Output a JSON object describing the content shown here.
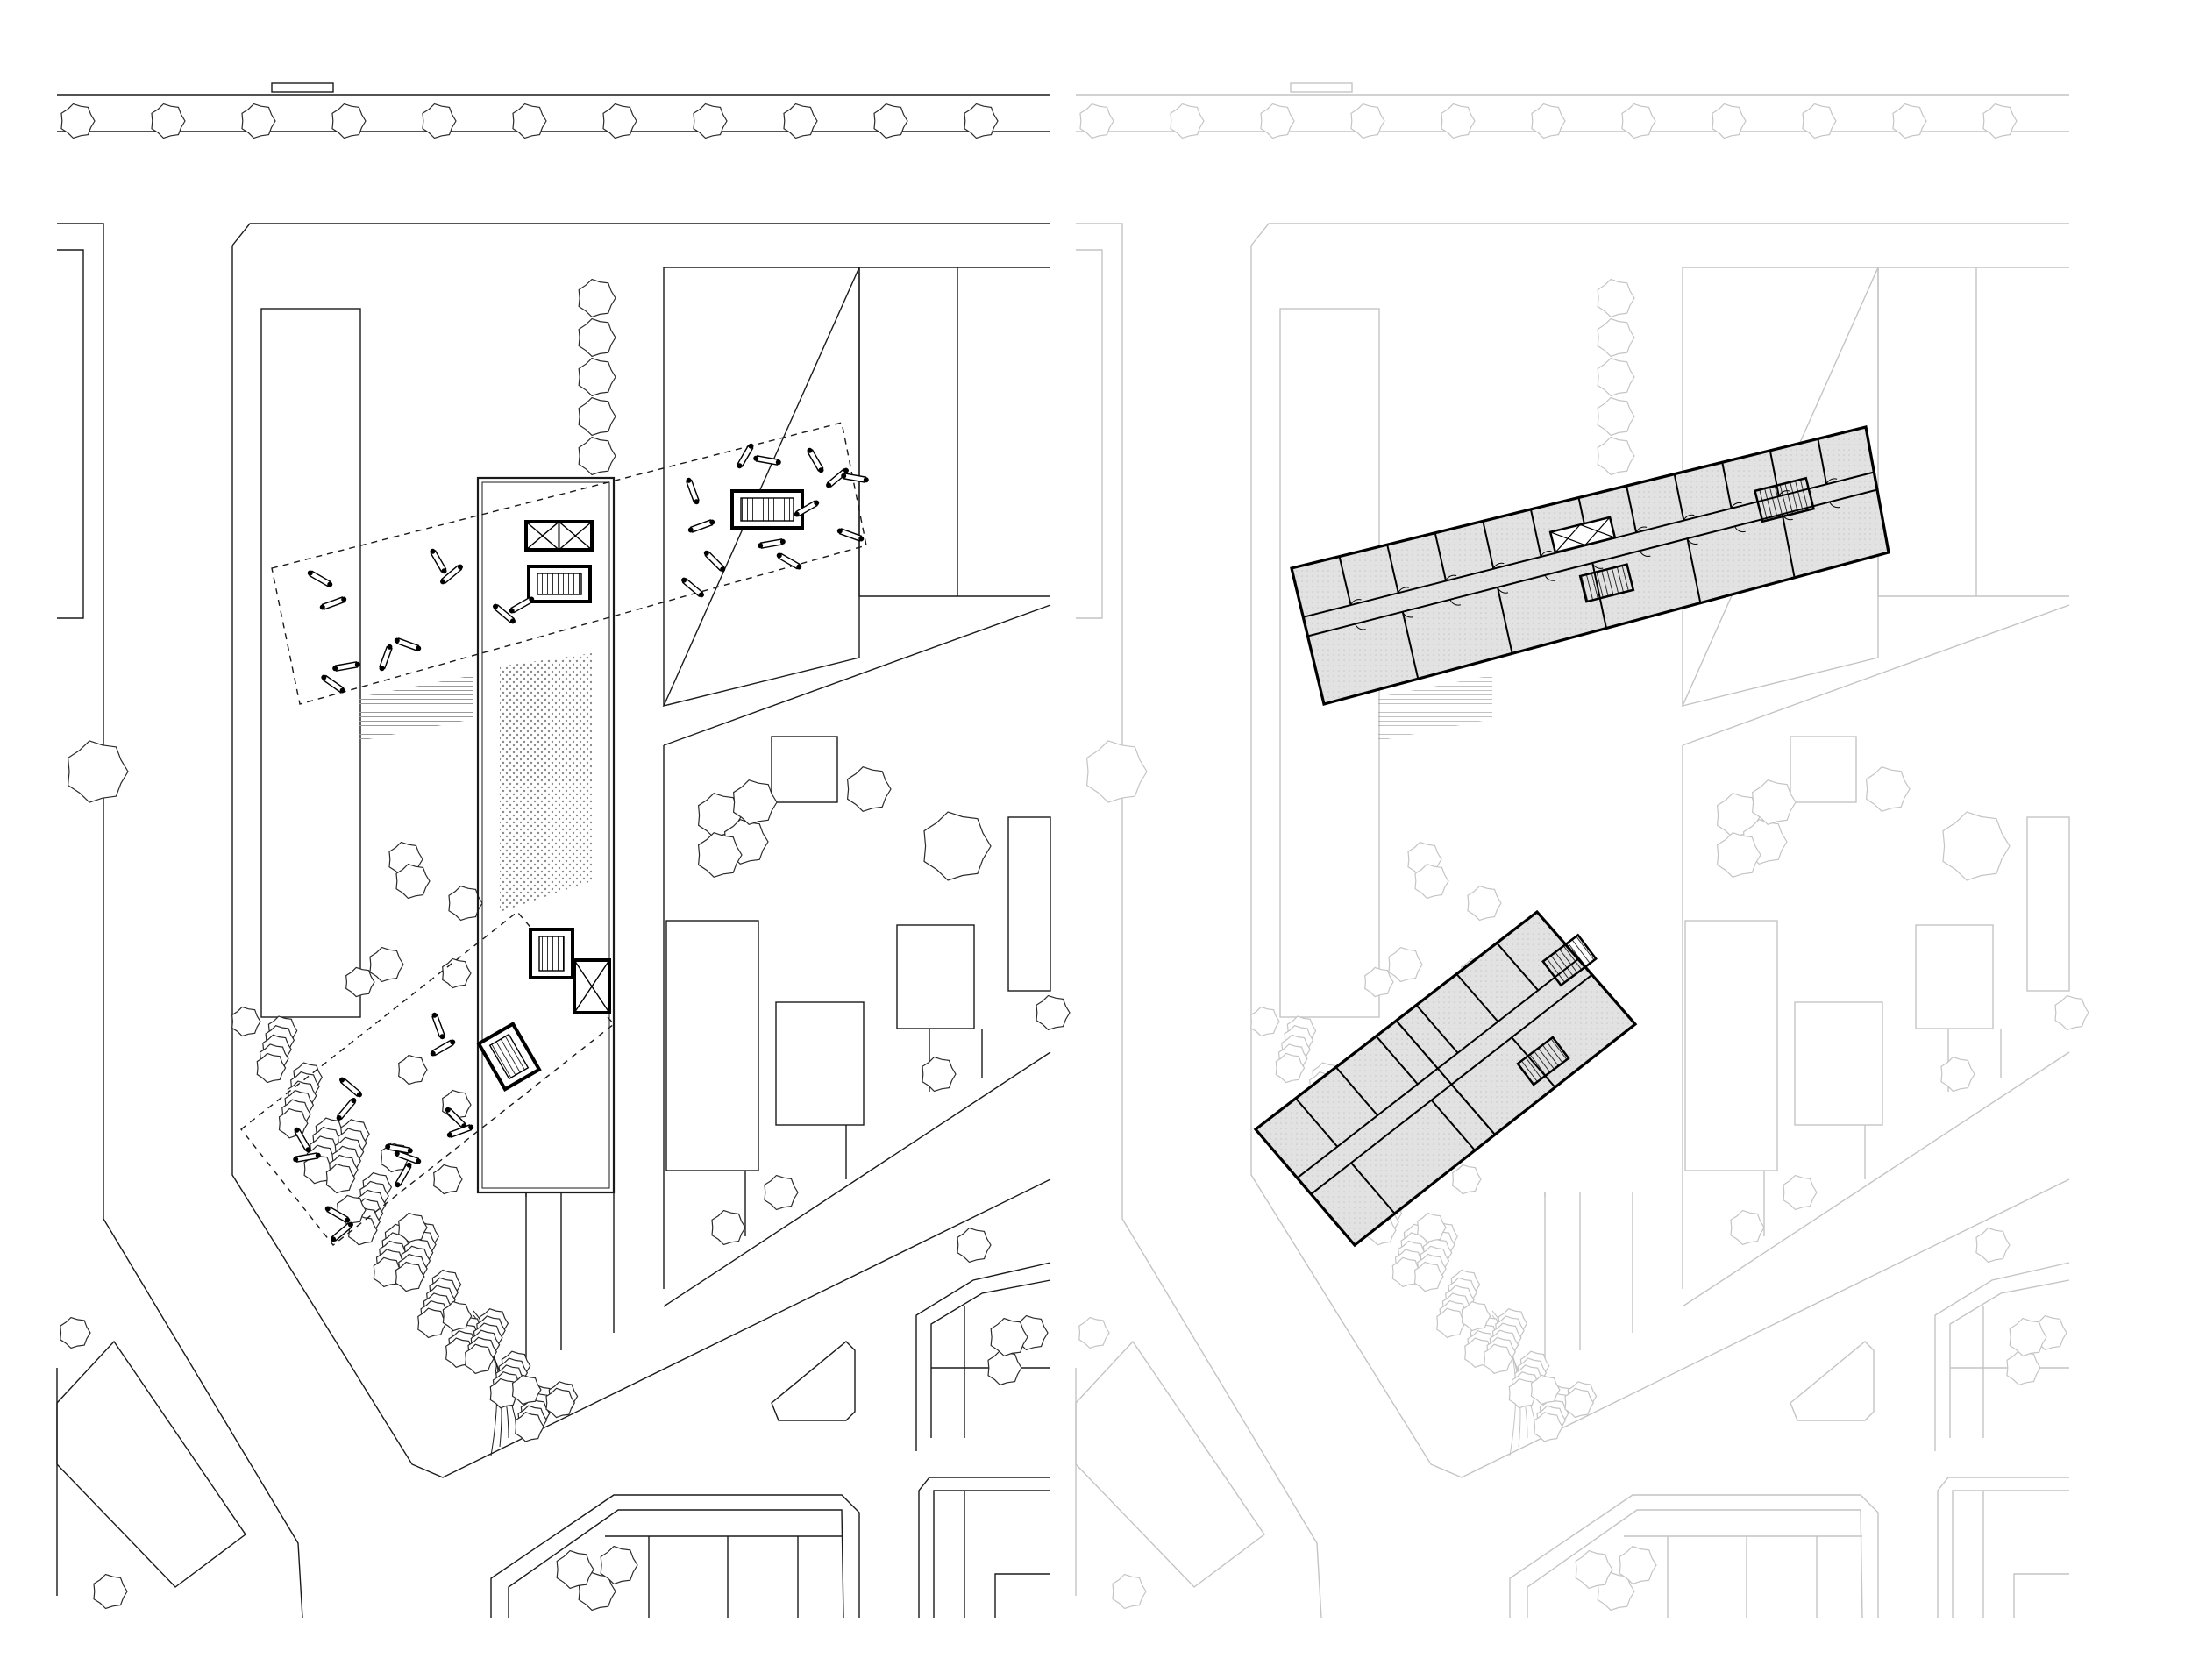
{
  "drawing": {
    "panels": [
      {
        "id": "left",
        "mode": "roof-plan"
      },
      {
        "id": "right",
        "mode": "floor-plan"
      }
    ],
    "colors": {
      "context_ink": "#1a1a1a",
      "context_faded": "#c4c4c4",
      "heavy_wall": "#000000",
      "floor_fill": "#e2e2e2",
      "hatch": "#8a8a8a"
    },
    "icons": [
      "tree-icon",
      "bench-icon",
      "stair-icon",
      "elevator-icon"
    ]
  }
}
